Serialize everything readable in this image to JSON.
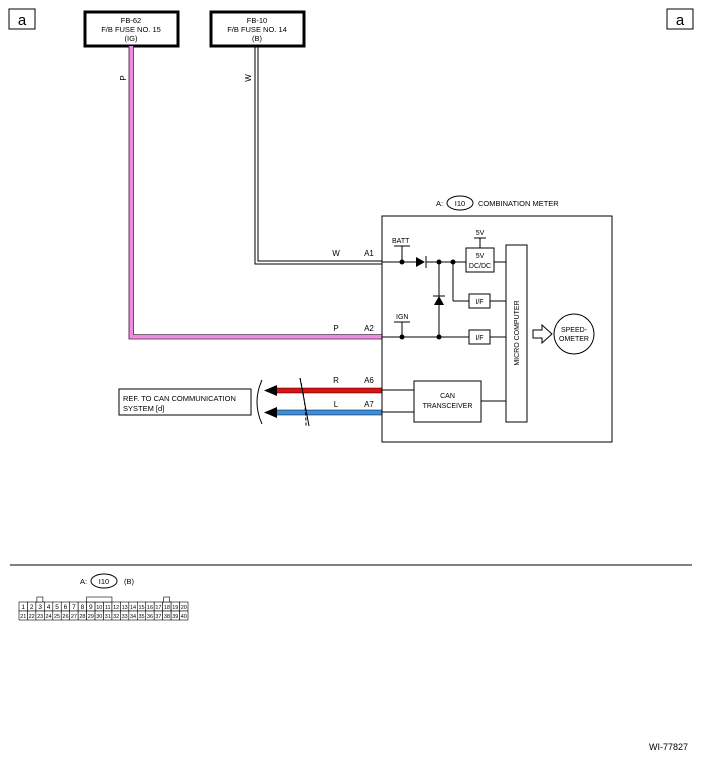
{
  "corner_markers": {
    "left": "a",
    "right": "a"
  },
  "fuses": [
    {
      "id": "FB-62",
      "line1": "F/B FUSE NO. 15",
      "line2": "(IG)"
    },
    {
      "id": "FB-10",
      "line1": "F/B FUSE NO. 14",
      "line2": "(B)"
    }
  ],
  "wire_colors": {
    "p_wire": "#f08ce0",
    "w_wire": "#000000",
    "r_wire": "#e01010",
    "l_wire": "#3a8ee0"
  },
  "wire_labels": {
    "fuse62_color": "P",
    "fuse10_color": "W",
    "a1_color": "W",
    "a2_color": "P",
    "a6_color": "R",
    "a7_color": "L"
  },
  "meter": {
    "prefix": "A:",
    "connector": "I10",
    "title": "COMBINATION METER",
    "pins": {
      "a1": "A1",
      "a2": "A2",
      "a6": "A6",
      "a7": "A7"
    },
    "batt": "BATT",
    "ign": "IGN",
    "v5": "5V",
    "dcdc_line1": "5V",
    "dcdc_line2": "DC/DC",
    "if1": "I/F",
    "if2": "I/F",
    "micro": "MICRO COMPUTER",
    "speedo_line1": "SPEED-",
    "speedo_line2": "OMETER",
    "can_line1": "CAN",
    "can_line2": "TRANSCEIVER"
  },
  "ref_box": {
    "line1": "REF. TO CAN COMMUNICATION",
    "line2": "SYSTEM  [d]"
  },
  "connector_view": {
    "prefix": "A:",
    "connector": "I10",
    "suffix": "(B)",
    "row1": [
      "1",
      "2",
      "3",
      "4",
      "5",
      "6",
      "7",
      "8",
      "9",
      "10",
      "11",
      "12",
      "13",
      "14",
      "15",
      "16",
      "17",
      "18",
      "19",
      "20"
    ],
    "row2": [
      "21",
      "22",
      "23",
      "24",
      "25",
      "26",
      "27",
      "28",
      "29",
      "30",
      "31",
      "32",
      "33",
      "34",
      "35",
      "36",
      "37",
      "38",
      "39",
      "40"
    ]
  },
  "figure_id": "WI-77827"
}
